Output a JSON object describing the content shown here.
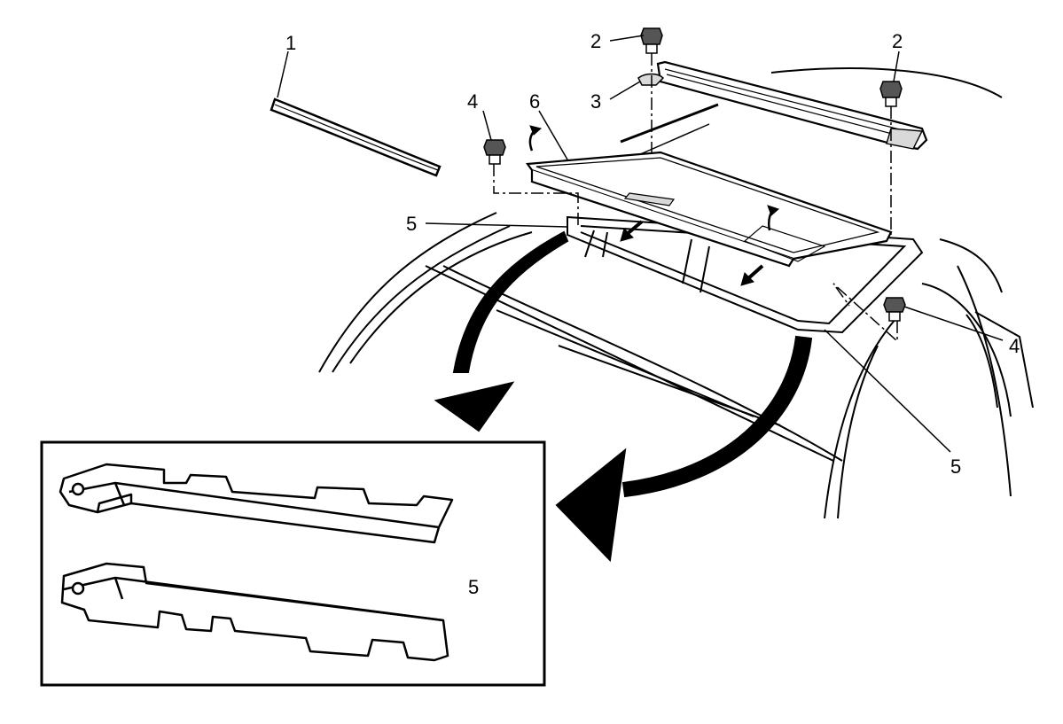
{
  "callouts": {
    "c1": "1",
    "c2_left": "2",
    "c2_right": "2",
    "c3": "3",
    "c4_left": "4",
    "c4_right": "4",
    "c5_left": "5",
    "c5_right": "5",
    "c5_inset": "5",
    "c6": "6"
  },
  "colors": {
    "line": "#000000",
    "fill": "#ffffff",
    "part_shade": "#d9d9d9"
  }
}
